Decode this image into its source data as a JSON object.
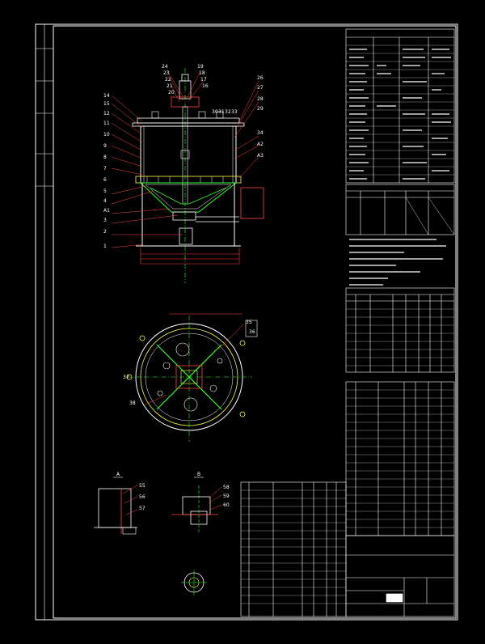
{
  "drawing": {
    "background": "#000000",
    "colors": {
      "frame": "#ffffff",
      "leader": "#ff3030",
      "body": "#ffffff",
      "axis": "#30ff30",
      "detail": "#ffff40",
      "cyan": "#40ffff"
    },
    "elevation_callouts_left": [
      "14",
      "15",
      "12",
      "11",
      "10",
      "9",
      "8",
      "7",
      "6",
      "5",
      "4",
      "A1",
      "3",
      "2",
      "1"
    ],
    "elevation_callouts_top": [
      "24",
      "23",
      "22",
      "21",
      "20",
      "19",
      "18",
      "17",
      "16"
    ],
    "elevation_callouts_right": [
      "26",
      "27",
      "28",
      "29",
      "30",
      "31",
      "32",
      "33",
      "34",
      "A2",
      "A3"
    ],
    "plan_callouts": [
      "35",
      "36",
      "37",
      "38"
    ],
    "section_a_label": "A",
    "section_a_callouts": [
      "55",
      "56",
      "57"
    ],
    "section_b_label": "B",
    "section_b_callouts": [
      "58",
      "59",
      "60"
    ]
  }
}
